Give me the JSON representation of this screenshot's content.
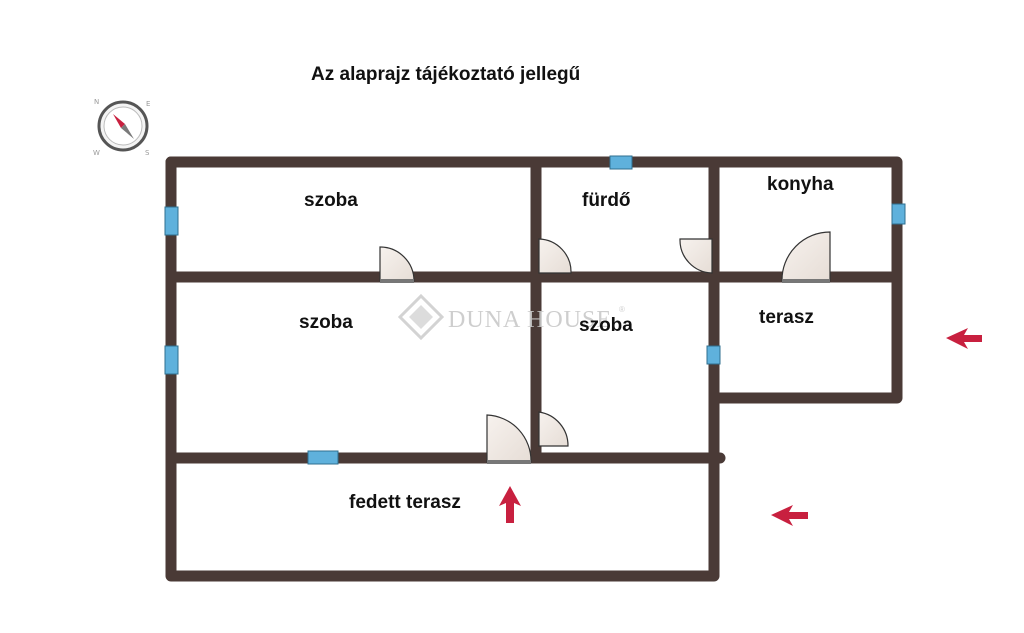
{
  "title": "Az alaprajz tájékoztató jellegű",
  "watermark": {
    "brand": "DUNA HOUSE",
    "registered": "®"
  },
  "compass": {
    "letters": [
      "N",
      "E",
      "S",
      "W"
    ]
  },
  "rooms": [
    {
      "id": "szoba-1",
      "label": "szoba"
    },
    {
      "id": "furdo",
      "label": "fürdő"
    },
    {
      "id": "konyha",
      "label": "konyha"
    },
    {
      "id": "szoba-2",
      "label": "szoba"
    },
    {
      "id": "szoba-3",
      "label": "szoba"
    },
    {
      "id": "terasz",
      "label": "terasz"
    },
    {
      "id": "fedett-terasz",
      "label": "fedett terasz"
    }
  ],
  "colors": {
    "wall": "#4a3a36",
    "window": "#5fb1dc",
    "door_fill": "#f3ece7",
    "door_line": "#333333",
    "arrow": "#c8203f"
  },
  "icons": [
    "compass-icon",
    "entrance-arrow-icon",
    "window-icon",
    "door-icon",
    "duna-house-logo-icon"
  ]
}
